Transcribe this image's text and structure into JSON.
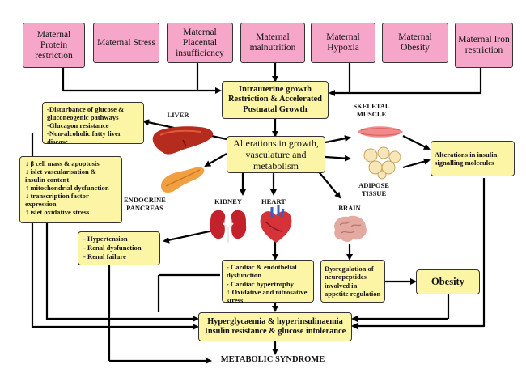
{
  "causes": [
    "Maternal Protein restriction",
    "Maternal Stress",
    "Maternal Placental insufficiency",
    "Maternal malnutrition",
    "Maternal Hypoxia",
    "Maternal Obesity",
    "Maternal Iron restriction"
  ],
  "intrauterine": "Intrauterine growth Restriction & Accelerated Postnatal Growth",
  "alterations": "Alterations in growth, vasculature and metabolism",
  "organs": {
    "liver": "LIVER",
    "skeletal_muscle": "SKELETAL MUSCLE",
    "adipose_tissue": "ADIPOSE TISSUE",
    "endocrine_pancreas": "ENDOCRINE PANCREAS",
    "kidney": "KIDNEY",
    "heart": "HEART",
    "brain": "BRAIN"
  },
  "liver_effects": [
    "-Disturbance of glucose & gluconeogenic pathways",
    "-Glucagon resistance",
    "-Non-alcoholic fatty liver disease"
  ],
  "pancreas_effects": [
    "↓ β cell mass & apoptosis",
    "↓ islet vascularisation & insulin content",
    "↑ mitochondrial dysfunction",
    "↓ transcription factor expression",
    "↑ islet oxidative stress"
  ],
  "insulin_signalling": "Alterations in insulin signalling molecules",
  "kidney_effects": [
    "- Hypertension",
    "- Renal dysfunction",
    "- Renal failure"
  ],
  "heart_effects": [
    "- Cardiac & endothelial dysfunction",
    "- Cardiac hypertrophy",
    "↑ Oxidative and nitrosative stress"
  ],
  "brain_effects": "Dysregulation of neuropeptides involved in appetite regulation",
  "obesity": "Obesity",
  "hyperglycaemia": "Hyperglycaemia & hyperinsulinaemia Insulin resistance & glucose intolerance",
  "metabolic_syndrome": "METABOLIC SYNDROME",
  "colors": {
    "cause_fill": "#f6a6c9",
    "effect_fill": "#fdf5a6",
    "line": "#000000"
  }
}
